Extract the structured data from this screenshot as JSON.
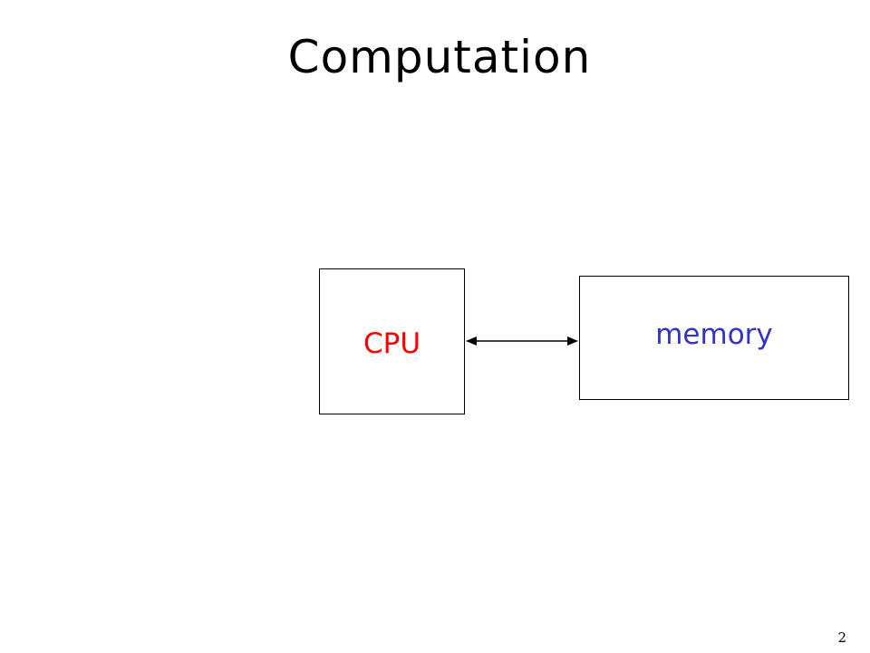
{
  "slide": {
    "title": "Computation",
    "page_number": "2"
  },
  "diagram": {
    "cpu": {
      "label": "CPU",
      "color": "#ff0000"
    },
    "memory": {
      "label": "memory",
      "color": "#3333cc"
    },
    "connection": {
      "type": "bidirectional-arrow",
      "from": "cpu",
      "to": "memory"
    }
  }
}
